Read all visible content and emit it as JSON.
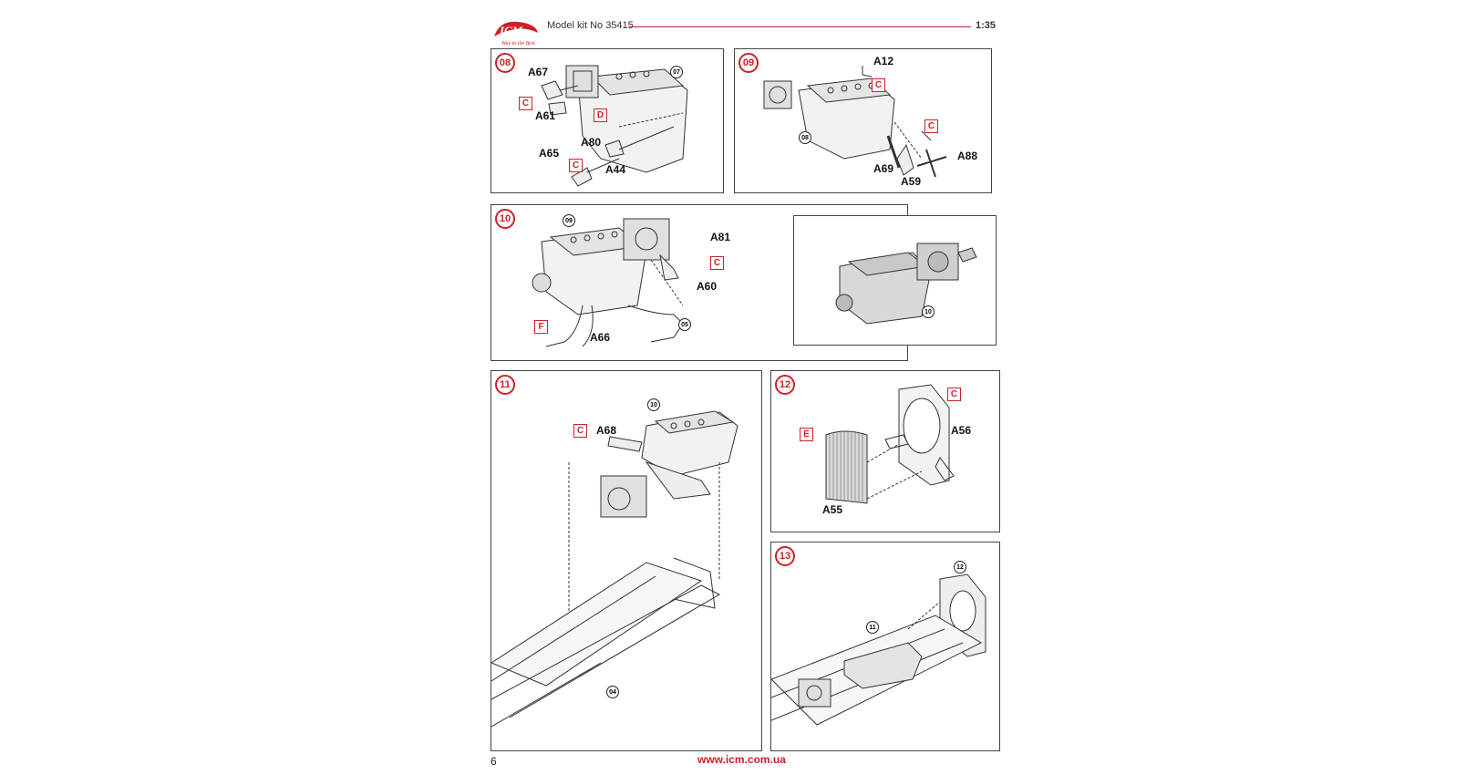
{
  "header": {
    "logo_text": "ICM",
    "logo_tagline": "Way to the Best",
    "model_kit": "Model kit No 35415",
    "scale": "1:35"
  },
  "colors": {
    "accent": "#cf2026",
    "line": "#444444"
  },
  "steps": [
    {
      "id": "08",
      "labels": [
        "A67",
        "A61",
        "A80",
        "A65",
        "A44"
      ],
      "boxes": [
        "C",
        "D",
        "C"
      ],
      "refs": [
        "07"
      ]
    },
    {
      "id": "09",
      "labels": [
        "A12",
        "A69",
        "A59",
        "A88"
      ],
      "boxes": [
        "C",
        "C"
      ],
      "refs": [
        "08"
      ]
    },
    {
      "id": "10",
      "labels": [
        "A81",
        "A60",
        "A66"
      ],
      "boxes": [
        "C",
        "F"
      ],
      "refs": [
        "09",
        "05",
        "10"
      ]
    },
    {
      "id": "11",
      "labels": [
        "A68"
      ],
      "boxes": [
        "C"
      ],
      "refs": [
        "10",
        "04"
      ]
    },
    {
      "id": "12",
      "labels": [
        "A56",
        "A55"
      ],
      "boxes": [
        "C",
        "E"
      ],
      "refs": []
    },
    {
      "id": "13",
      "labels": [],
      "boxes": [],
      "refs": [
        "12",
        "11"
      ]
    }
  ],
  "footer": {
    "page_number": "6",
    "url": "www.icm.com.ua"
  }
}
